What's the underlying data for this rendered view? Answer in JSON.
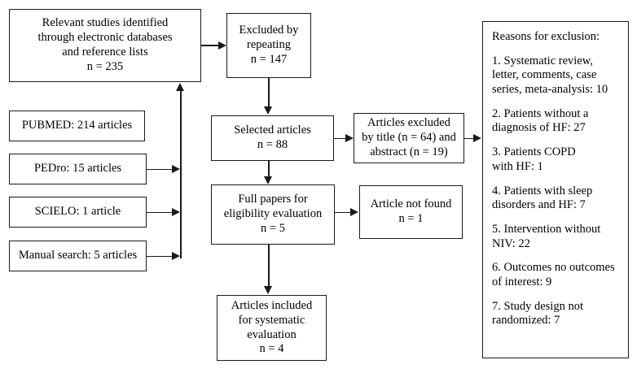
{
  "figure": {
    "type": "flowchart",
    "orientation": "left-to-right with vertical main spine",
    "background_color": "#ffffff",
    "line_color": "#1a1a1a",
    "text_color": "#000000"
  },
  "sources": {
    "items": [
      {
        "label": "PUBMED: 214 articles",
        "database": "PUBMED",
        "count": 214
      },
      {
        "label": "PEDro: 15 articles",
        "database": "PEDro",
        "count": 15
      },
      {
        "label": "SCIELO: 1 article",
        "database": "SCIELO",
        "count": 1
      },
      {
        "label": "Manual search: 5 articles",
        "database": "Manual search",
        "count": 5
      }
    ]
  },
  "nodes": {
    "identified": {
      "label": "Relevant studies identified\nthrough electronic databases\nand reference lists\nn = 235",
      "n": 235
    },
    "excluded_repeating": {
      "label": "Excluded by\nrepeating\nn = 147",
      "n": 147
    },
    "selected": {
      "label": "Selected articles\nn = 88",
      "n": 88
    },
    "excluded_title_abstract": {
      "label": "Articles excluded\nby title (n = 64) and\nabstract (n = 19)",
      "n_title": 64,
      "n_abstract": 19
    },
    "full_papers": {
      "label": "Full papers for\neligibility evaluation\nn = 5",
      "n": 5
    },
    "article_not_found": {
      "label": "Article not found\nn = 1",
      "n": 1
    },
    "included": {
      "label": "Articles included\nfor systematic\nevaluation\nn = 4",
      "n": 4
    }
  },
  "reasons_panel": {
    "heading": "Reasons for exclusion:",
    "items": [
      {
        "label": "1. Systematic review,\nletter, comments, case\nseries, meta-analysis: 10",
        "index": 1,
        "count": 10
      },
      {
        "label": "2. Patients without a\ndiagnosis of HF: 27",
        "index": 2,
        "count": 27
      },
      {
        "label": "3. Patients COPD\nwith HF: 1",
        "index": 3,
        "count": 1
      },
      {
        "label": "4. Patients with sleep\ndisorders and HF: 7",
        "index": 4,
        "count": 7
      },
      {
        "label": "5. Intervention without\nNIV: 22",
        "index": 5,
        "count": 22
      },
      {
        "label": "6. Outcomes no outcomes\nof interest: 9",
        "index": 6,
        "count": 9
      },
      {
        "label": "7. Study design not\nrandomized: 7",
        "index": 7,
        "count": 7
      }
    ]
  }
}
